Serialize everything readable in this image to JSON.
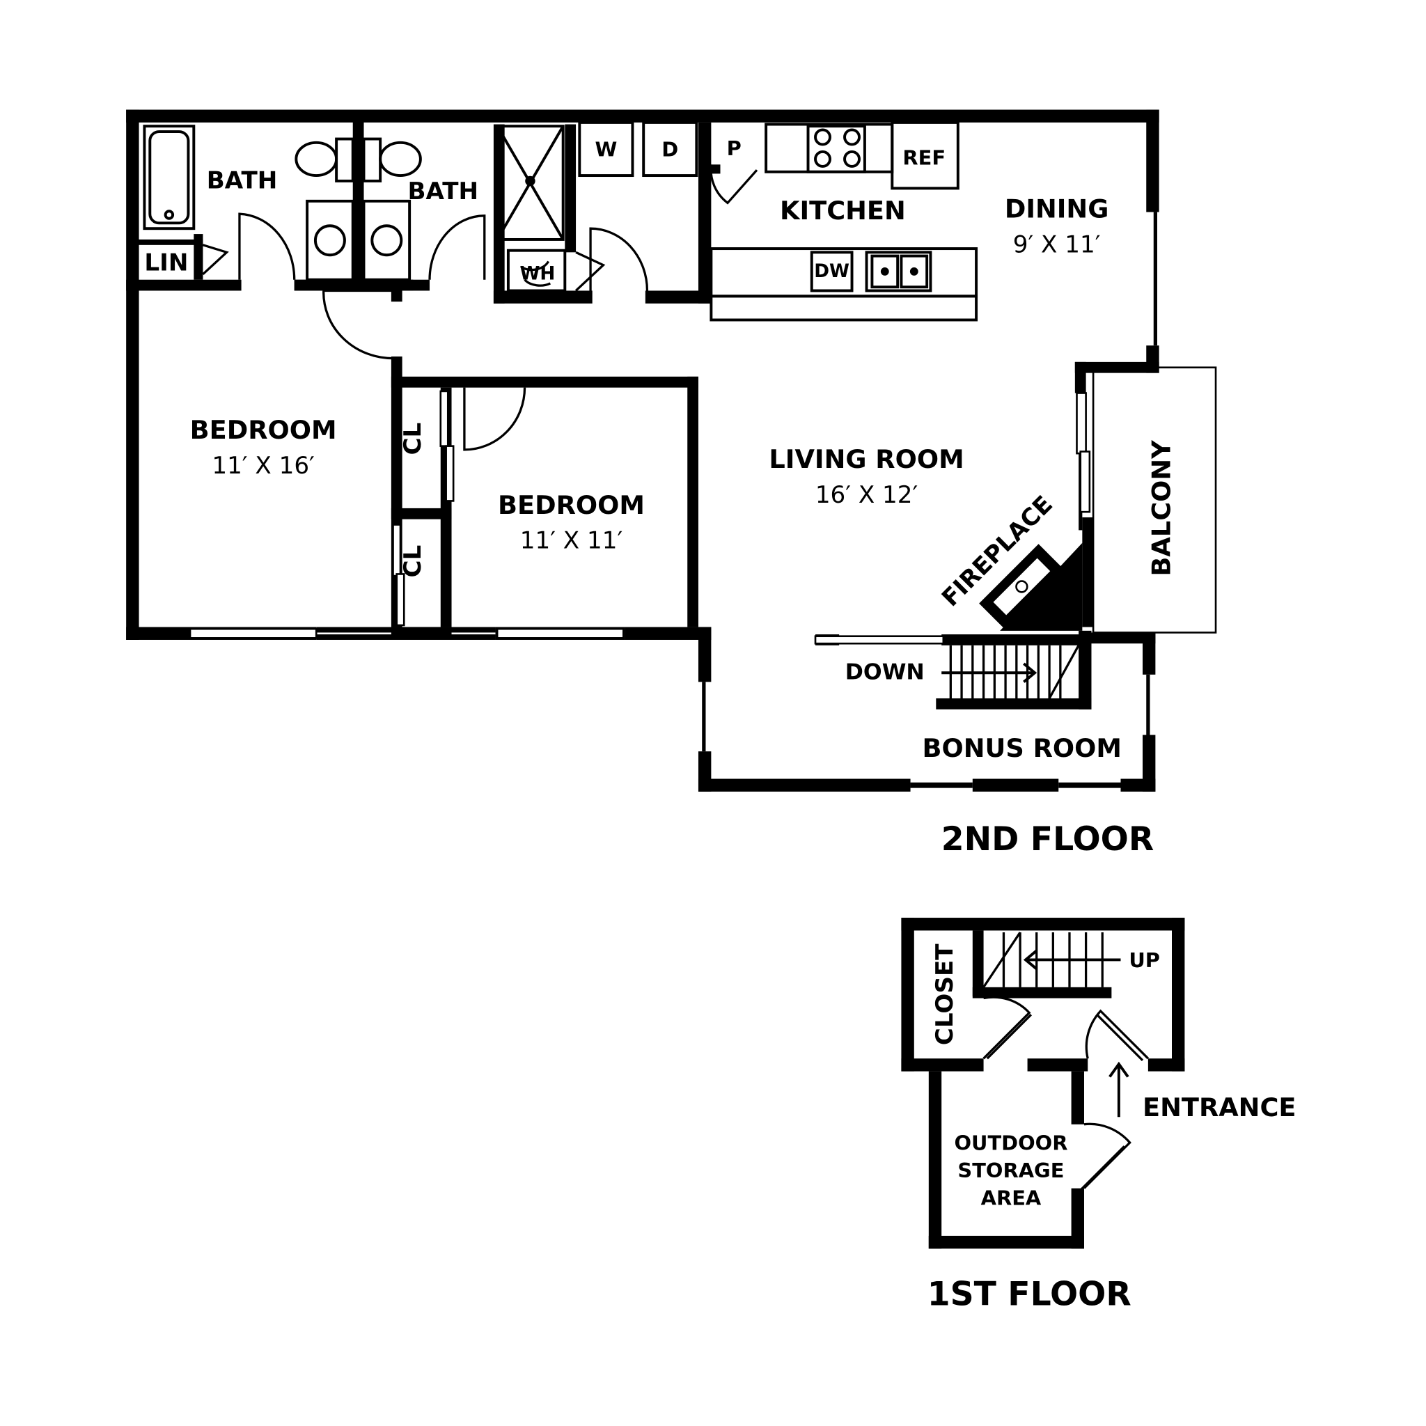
{
  "second_floor": {
    "title": "2ND FLOOR",
    "rooms": {
      "bath1": "BATH",
      "bath2": "BATH",
      "linen": "LIN",
      "washer": "W",
      "dryer": "D",
      "pantry": "P",
      "water_heater": "WH",
      "refrigerator": "REF",
      "dishwasher": "DW",
      "kitchen": "KITCHEN",
      "dining": "DINING",
      "dining_dim": "9′ X 11′",
      "bedroom1": "BEDROOM",
      "bedroom1_dim": "11′ X 16′",
      "closet1": "CL",
      "closet2": "CL",
      "bedroom2": "BEDROOM",
      "bedroom2_dim": "11′ X 11′",
      "living": "LIVING ROOM",
      "living_dim": "16′ X 12′",
      "fireplace": "FIREPLACE",
      "balcony": "BALCONY",
      "down": "DOWN",
      "bonus": "BONUS ROOM"
    }
  },
  "first_floor": {
    "title": "1ST FLOOR",
    "rooms": {
      "closet": "CLOSET",
      "up": "UP",
      "entrance": "ENTRANCE",
      "storage_line1": "OUTDOOR",
      "storage_line2": "STORAGE",
      "storage_line3": "AREA"
    }
  },
  "colors": {
    "wall": "#000000",
    "background": "#ffffff"
  }
}
